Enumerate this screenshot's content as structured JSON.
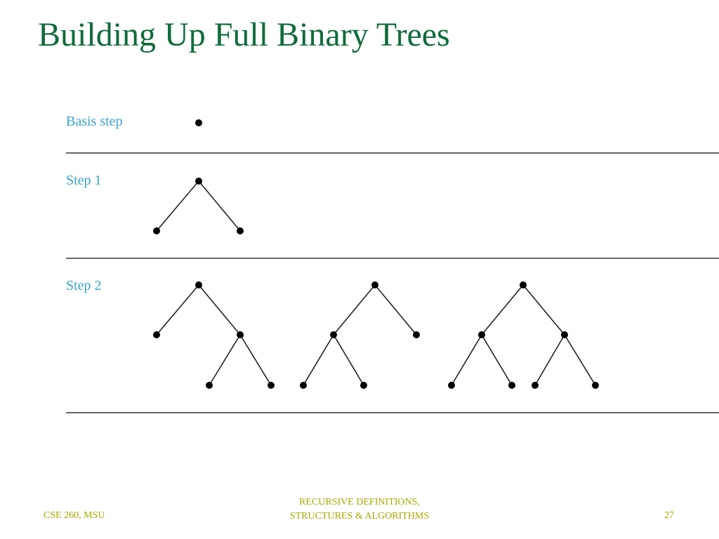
{
  "slide": {
    "title": "Building Up Full Binary Trees"
  },
  "diagram": {
    "steps": [
      {
        "label": "Basis step"
      },
      {
        "label": "Step 1"
      },
      {
        "label": "Step 2"
      }
    ]
  },
  "footer": {
    "left": "CSE 260, MSU",
    "center_line1": "RECURSIVE DEFINITIONS,",
    "center_line2": "STRUCTURES & ALGORITHMS",
    "page_number": "27"
  },
  "colors": {
    "title": "#0f6b3a",
    "step_label": "#3aa3cc",
    "footer": "#a8a800"
  }
}
